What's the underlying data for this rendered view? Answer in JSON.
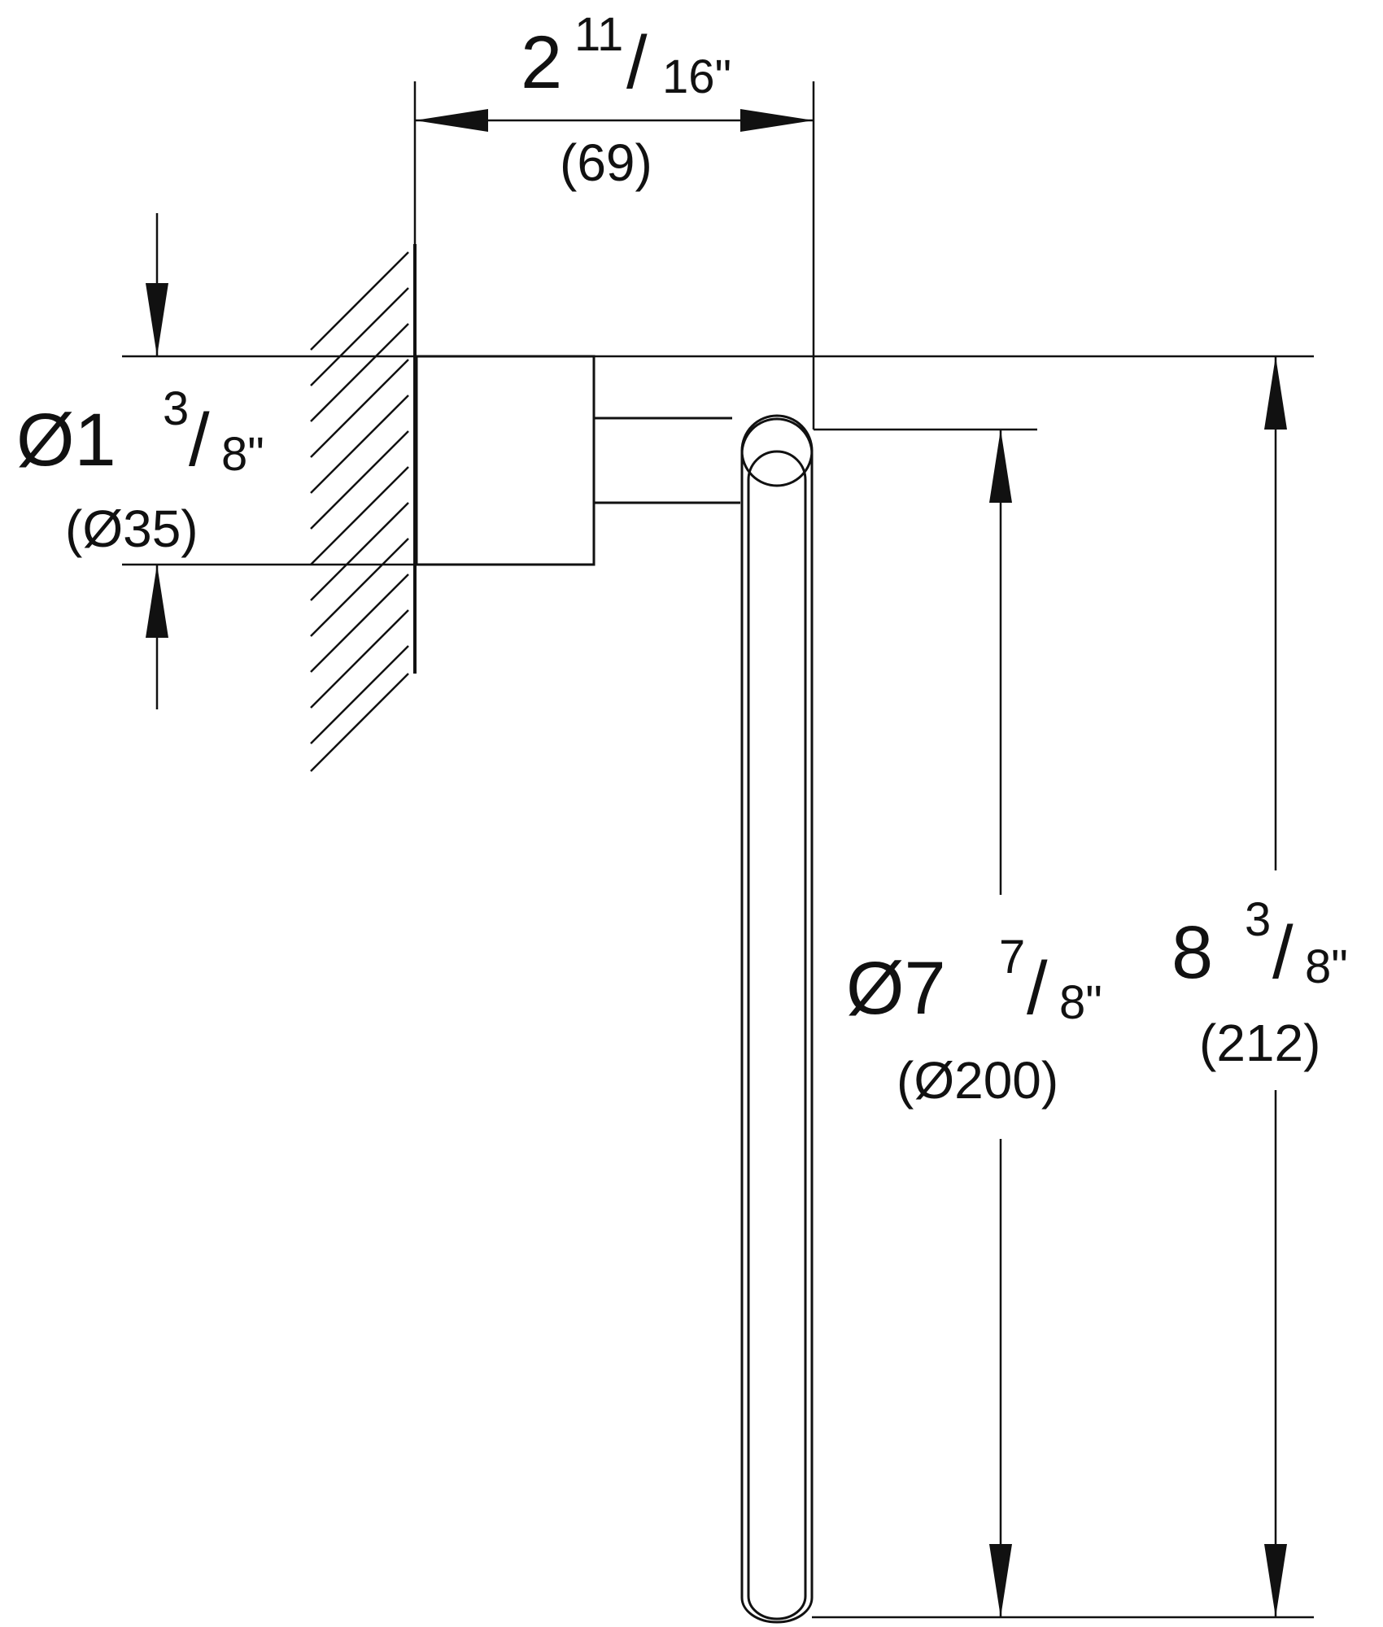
{
  "diagram": {
    "dimensions": {
      "projection": {
        "whole": "2",
        "num": "11",
        "den": "16\"",
        "metric": "(69)"
      },
      "flange_diameter": {
        "whole": "Ø1",
        "num": "3",
        "den": "8\"",
        "metric": "(Ø35)"
      },
      "ring_diameter": {
        "whole": "Ø7",
        "num": "7",
        "den": "8\"",
        "metric": "(Ø200)"
      },
      "overall_height": {
        "whole": "8",
        "num": "3",
        "den": "8\"",
        "metric": "(212)"
      }
    },
    "colors": {
      "line": "#111111",
      "background": "#ffffff"
    }
  }
}
